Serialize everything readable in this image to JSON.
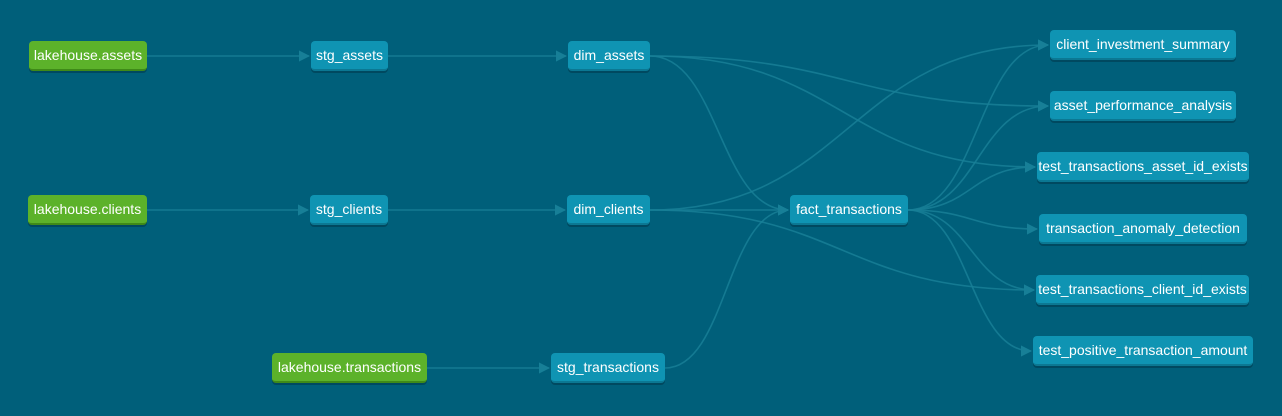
{
  "graph": {
    "nodes": {
      "lakehouse_assets": "lakehouse.assets",
      "lakehouse_clients": "lakehouse.clients",
      "lakehouse_transactions": "lakehouse.transactions",
      "stg_assets": "stg_assets",
      "stg_clients": "stg_clients",
      "stg_transactions": "stg_transactions",
      "dim_assets": "dim_assets",
      "dim_clients": "dim_clients",
      "fact_transactions": "fact_transactions",
      "client_investment_summary": "client_investment_summary",
      "asset_performance_analysis": "asset_performance_analysis",
      "test_transactions_asset_id_exists": "test_transactions_asset_id_exists",
      "transaction_anomaly_detection": "transaction_anomaly_detection",
      "test_transactions_client_id_exists": "test_transactions_client_id_exists",
      "test_positive_transaction_amount": "test_positive_transaction_amount"
    },
    "colors": {
      "background": "#005f7a",
      "source_node": "#5cb22a",
      "model_node": "#0f94b3",
      "edge": "#177f97"
    },
    "edges": [
      [
        "lakehouse_assets",
        "stg_assets"
      ],
      [
        "lakehouse_clients",
        "stg_clients"
      ],
      [
        "lakehouse_transactions",
        "stg_transactions"
      ],
      [
        "stg_assets",
        "dim_assets"
      ],
      [
        "stg_clients",
        "dim_clients"
      ],
      [
        "stg_transactions",
        "fact_transactions"
      ],
      [
        "dim_assets",
        "fact_transactions"
      ],
      [
        "dim_clients",
        "fact_transactions"
      ],
      [
        "dim_assets",
        "asset_performance_analysis"
      ],
      [
        "dim_assets",
        "test_transactions_asset_id_exists"
      ],
      [
        "dim_clients",
        "client_investment_summary"
      ],
      [
        "dim_clients",
        "test_transactions_client_id_exists"
      ],
      [
        "fact_transactions",
        "client_investment_summary"
      ],
      [
        "fact_transactions",
        "asset_performance_analysis"
      ],
      [
        "fact_transactions",
        "test_transactions_asset_id_exists"
      ],
      [
        "fact_transactions",
        "transaction_anomaly_detection"
      ],
      [
        "fact_transactions",
        "test_transactions_client_id_exists"
      ],
      [
        "fact_transactions",
        "test_positive_transaction_amount"
      ]
    ]
  }
}
